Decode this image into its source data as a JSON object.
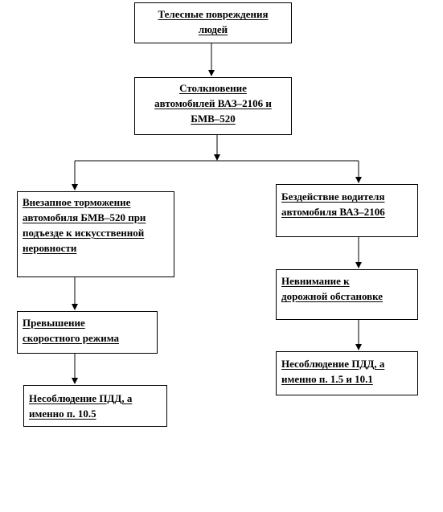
{
  "diagram": {
    "nodes": {
      "injuries": {
        "lines": [
          "Телесные повреждения",
          "людей"
        ]
      },
      "collision": {
        "lines": [
          "Столкновение",
          "автомобилей ВАЗ–2106 и",
          "БМВ–520"
        ]
      },
      "braking": {
        "lines": [
          "Внезапное торможение",
          "автомобиля БМВ–520 при",
          "подъезде к искусственной",
          "неровности"
        ]
      },
      "speeding": {
        "lines": [
          "Превышение",
          "скоростного режима"
        ]
      },
      "violation_left": {
        "lines": [
          "Несоблюдение ПДД, а",
          "именно п. 10.5"
        ]
      },
      "inaction": {
        "lines": [
          "Бездействие водителя",
          "автомобиля ВАЗ–2106"
        ]
      },
      "inattention": {
        "lines": [
          "Невнимание к",
          "дорожной обстановке"
        ]
      },
      "violation_right": {
        "lines": [
          "Несоблюдение ПДД, а",
          "именно п. 1.5 и 10.1"
        ]
      }
    },
    "edges": [
      {
        "from": "injuries",
        "to": "collision"
      },
      {
        "from": "collision",
        "to": "braking"
      },
      {
        "from": "collision",
        "to": "inaction"
      },
      {
        "from": "braking",
        "to": "speeding"
      },
      {
        "from": "speeding",
        "to": "violation_left"
      },
      {
        "from": "inaction",
        "to": "inattention"
      },
      {
        "from": "inattention",
        "to": "violation_right"
      }
    ]
  }
}
